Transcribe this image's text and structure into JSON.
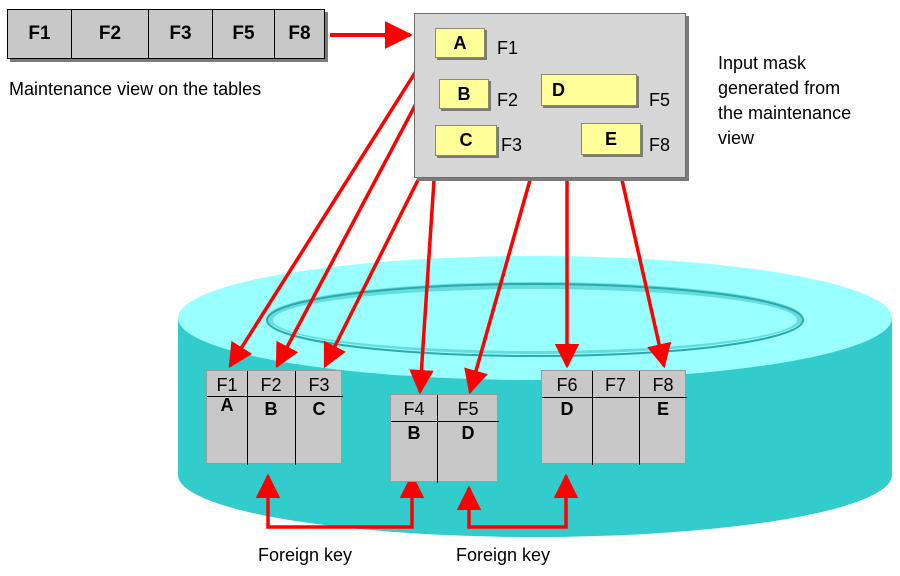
{
  "maintenance_view": {
    "fields": [
      "F1",
      "F2",
      "F3",
      "F5",
      "F8"
    ],
    "caption": "Maintenance view on the tables"
  },
  "input_mask": {
    "caption": "Input mask generated from the maintenance view",
    "caption_lines": [
      "Input mask",
      "generated from",
      "the maintenance",
      "view"
    ],
    "entries": [
      {
        "value": "A",
        "label": "F1"
      },
      {
        "value": "B",
        "label": "F2"
      },
      {
        "value": "C",
        "label": "F3"
      },
      {
        "value": "D",
        "label": "F5"
      },
      {
        "value": "E",
        "label": "F8"
      }
    ]
  },
  "tables": [
    {
      "columns": [
        "F1",
        "F2",
        "F3"
      ],
      "values": [
        "A",
        "B",
        "C"
      ]
    },
    {
      "columns": [
        "F4",
        "F5"
      ],
      "values": [
        "B",
        "D"
      ]
    },
    {
      "columns": [
        "F6",
        "F7",
        "F8"
      ],
      "values": [
        "D",
        "",
        "E"
      ]
    }
  ],
  "foreign_keys": [
    {
      "label": "Foreign key"
    },
    {
      "label": "Foreign key"
    }
  ],
  "colors": {
    "arrow": "#ff0000",
    "database": "#33cccc",
    "database_top": "#99ffff",
    "field": "#ffff99",
    "panel": "#d6d6d6"
  }
}
